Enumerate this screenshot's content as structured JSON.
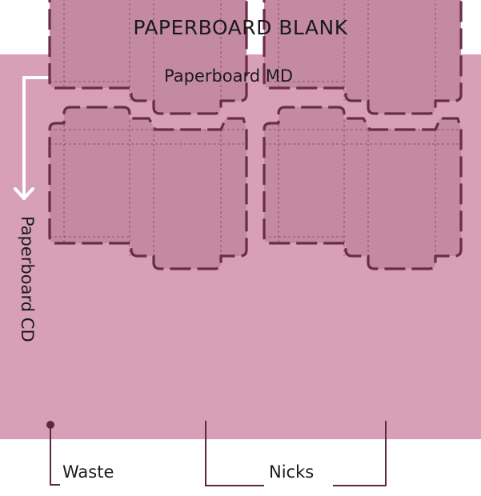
{
  "title": "PAPERBOARD BLANK",
  "labels": {
    "machine_direction": "Paperboard MD",
    "cross_direction": "Paperboard CD",
    "waste": "Waste",
    "nicks": "Nicks"
  },
  "layout_grid": {
    "rows": 2,
    "columns": 2
  },
  "colors": {
    "sheet": "#d8a0b6",
    "blank_fill": "#c48aa2",
    "cut_line": "#6b2c47",
    "arrow": "#ffffff",
    "text": "#1a1a1a"
  }
}
